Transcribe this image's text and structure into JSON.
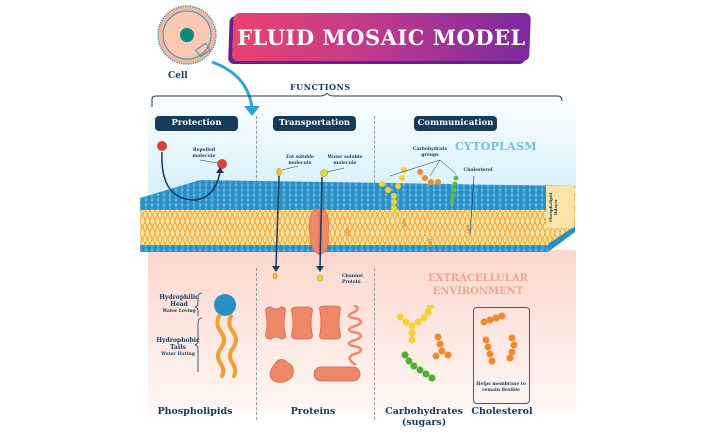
{
  "title": "FLUID MOSAIC MODEL",
  "cell_label": "Cell",
  "functions_heading": "FUNCTIONS",
  "functions": [
    {
      "label": "Protection",
      "annotations": [
        "Repelled molecule"
      ]
    },
    {
      "label": "Transportation",
      "annotations": [
        "Fat soluble molecule",
        "Water soluble molecule",
        "Channel Protein"
      ]
    },
    {
      "label": "Communication",
      "annotations": [
        "Carbohydrate groups",
        "Cholesterol"
      ]
    }
  ],
  "regions": {
    "top": "CYTOPLASM",
    "bottom": "EXTRACELLULAR ENVIRONMENT"
  },
  "bilayer_label": "Phospholipid Bilayer",
  "phospholipid_parts": {
    "head_title": "Hydrophilic Head",
    "head_sub": "Water Loving",
    "tails_title": "Hydrophobic Tails",
    "tails_sub": "Water Hating"
  },
  "cholesterol_note": "Helps membrane to remain flexible",
  "components": [
    {
      "label": "Phospholipids"
    },
    {
      "label": "Proteins"
    },
    {
      "label": "Carbohydrates (sugars)"
    },
    {
      "label": "Cholesterol"
    }
  ],
  "colors": {
    "navy": "#153a5b",
    "membrane_head": "#2b8fc7",
    "membrane_tail": "#f0a030",
    "protein": "#f08868",
    "cytoplasm_text": "#6fc3cc",
    "extracellular_text": "#f0a58c"
  }
}
